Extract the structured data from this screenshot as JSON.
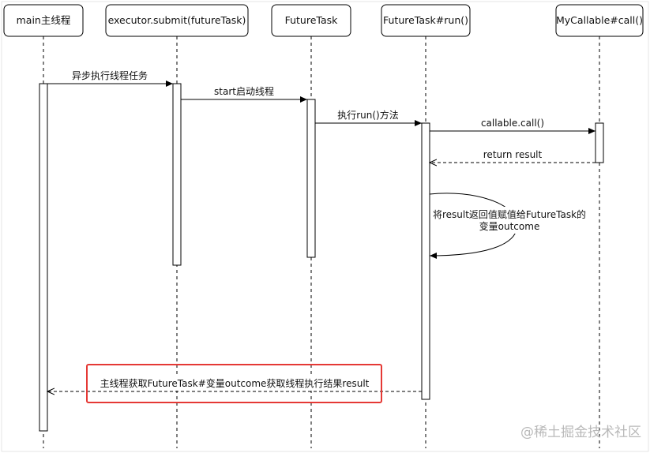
{
  "participants": [
    "main主线程",
    "executor.submit(futureTask)",
    "FutureTask",
    "FutureTask#run()",
    "MyCallable#call()"
  ],
  "messages": {
    "m1": "异步执行线程任务",
    "m2": "start启动线程",
    "m3": "执行run()方法",
    "m4": "callable.call()",
    "m5": "return   result",
    "self_line1": "将result返回值赋值给FutureTask的",
    "self_line2": "变量outcome",
    "final": "主线程获取FutureTask#变量outcome获取线程执行结果result"
  },
  "highlight_color": "#e53935",
  "watermark": "@稀土掘金技术社区"
}
